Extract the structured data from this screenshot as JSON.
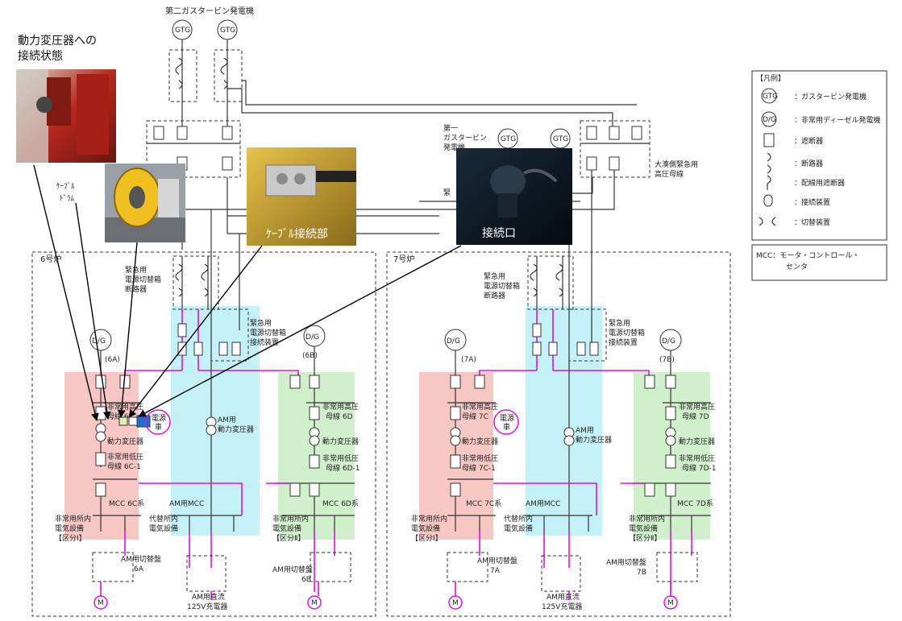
{
  "top": {
    "second_gtg_title": "第二ガスタービン発電機",
    "first_gtg_title_1": "第一",
    "first_gtg_title_2": "ガスタービン",
    "first_gtg_title_3": "発電機",
    "gtg": "GTG",
    "emergency_bus_1": "大湊側緊急用",
    "emergency_bus_2": "高圧母線",
    "emergency_partial": "緊"
  },
  "photos": {
    "transformer_caption_1": "動力変圧器への",
    "transformer_caption_2": "接続状態",
    "cable_drum_1": "ｹｰﾌﾞﾙ",
    "cable_drum_2": "ﾄﾞﾗﾑ",
    "cable_joint": "ｹｰﾌﾞﾙ接続部",
    "connection_port": "接続口"
  },
  "legend": {
    "title": "【凡例】",
    "items": [
      {
        "symbol": "GTG",
        "label": "：ガスタービン発電機"
      },
      {
        "symbol": "D/G",
        "label": "：非常用ディーゼル発電機"
      },
      {
        "symbol": "",
        "label": "：遮断器"
      },
      {
        "symbol": "",
        "label": "：断路器"
      },
      {
        "symbol": "",
        "label": "：配線用遮断器"
      },
      {
        "symbol": "",
        "label": "：接続装置"
      },
      {
        "symbol": "",
        "label": "：切替装置"
      }
    ],
    "mcc_1": "MCC：モータ・コントロール・",
    "mcc_2": "センタ"
  },
  "unit6": {
    "title": "6号炉",
    "ds_1": "緊急用",
    "ds_2": "電源切替箱",
    "ds_3": "断路器",
    "conn_1": "緊急用",
    "conn_2": "電源切替箱",
    "conn_3": "接続装置",
    "dg_a": "(6A)",
    "dg_b": "(6B)",
    "dg": "D/G",
    "hv_bus_c_1": "非常用高圧",
    "hv_bus_c_2": "母線 6C",
    "hv_bus_d_1": "非常用高圧",
    "hv_bus_d_2": "母線 6D",
    "power_car_1": "電源",
    "power_car_2": "車",
    "tr_c": "動力変圧器",
    "tr_d": "動力変圧器",
    "am_tr_1": "AM用",
    "am_tr_2": "動力変圧器",
    "lv_bus_c_1": "非常用低圧",
    "lv_bus_c_2": "母線 6C-1",
    "lv_bus_d_1": "非常用低圧",
    "lv_bus_d_2": "母線 6D-1",
    "mcc_c": "MCC 6C系",
    "mcc_d": "MCC 6D系",
    "am_mcc": "AM用MCC",
    "dist_l_1": "非常用所内",
    "dist_l_2": "電気設備",
    "dist_l_3": "【区分Ⅰ】",
    "alt_1": "代替所内",
    "alt_2": "電気設備",
    "dist_r_1": "非常用所内",
    "dist_r_2": "電気設備",
    "dist_r_3": "【区分Ⅱ】",
    "sw_a_1": "AM用切替盤",
    "sw_a_2": "6A",
    "sw_b_1": "AM用切替盤",
    "sw_b_2": "6B",
    "dc_1": "AM用直流",
    "dc_2": "125V充電器",
    "motor": "M"
  },
  "unit7": {
    "title": "7号炉",
    "ds_1": "緊急用",
    "ds_2": "電源切替箱",
    "ds_3": "断路器",
    "conn_1": "緊急用",
    "conn_2": "電源切替箱",
    "conn_3": "接続装置",
    "dg_a": "(7A)",
    "dg_b": "(7B)",
    "dg": "D/G",
    "hv_bus_c_1": "非常用高圧",
    "hv_bus_c_2": "母線 7C",
    "hv_bus_d_1": "非常用高圧",
    "hv_bus_d_2": "母線 7D",
    "power_car_1": "電源",
    "power_car_2": "車",
    "tr_c": "動力変圧器",
    "tr_d": "動力変圧器",
    "am_tr_1": "AM用",
    "am_tr_2": "動力変圧器",
    "lv_bus_c_1": "非常用低圧",
    "lv_bus_c_2": "母線 7C-1",
    "lv_bus_d_1": "非常用低圧",
    "lv_bus_d_2": "母線 7D-1",
    "mcc_c": "MCC 7C系",
    "mcc_d": "MCC 7D系",
    "am_mcc": "AM用MCC",
    "dist_l_1": "非常用所内",
    "dist_l_2": "電気設備",
    "dist_l_3": "【区分Ⅰ】",
    "alt_1": "代替所内",
    "alt_2": "電気設備",
    "dist_r_1": "非常用所内",
    "dist_r_2": "電気設備",
    "dist_r_3": "【区分Ⅱ】",
    "sw_a_1": "AM用切替盤",
    "sw_a_2": "7A",
    "sw_b_1": "AM用切替盤",
    "sw_b_2": "7B",
    "dc_1": "AM用直流",
    "dc_2": "125V充電器",
    "motor": "M"
  },
  "colors": {
    "pink_zone": "#f7c7c4",
    "cyan_zone": "#c4f0f7",
    "green_zone": "#d0f0cc",
    "magenta_line": "#e010e0",
    "power_car_fill": "#1e6fd0"
  }
}
